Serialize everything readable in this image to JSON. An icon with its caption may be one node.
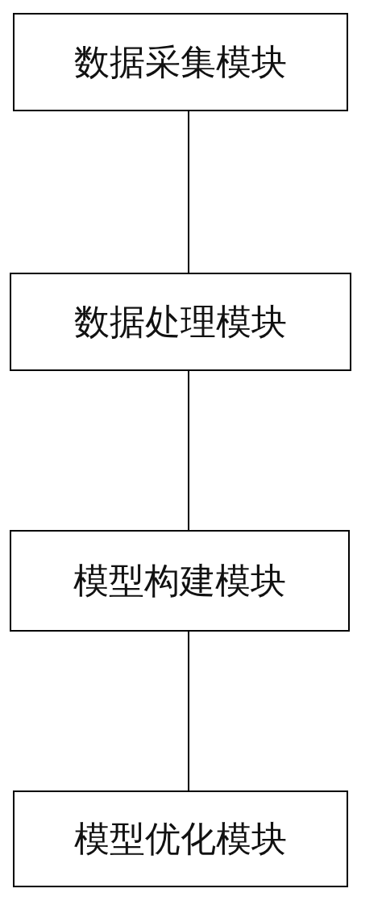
{
  "diagram": {
    "nodes": [
      {
        "text": [
          "数据采集模块"
        ]
      },
      {
        "text": [
          "数据处理模块"
        ]
      },
      {
        "text": [
          "模型构建模块"
        ]
      },
      {
        "text": [
          "模型优化模块"
        ]
      }
    ],
    "edges": [
      {
        "from": 0,
        "to": 1,
        "arrow": "none"
      },
      {
        "from": 1,
        "to": 2,
        "arrow": "none"
      },
      {
        "from": 2,
        "to": 3,
        "arrow": "none"
      }
    ]
  }
}
